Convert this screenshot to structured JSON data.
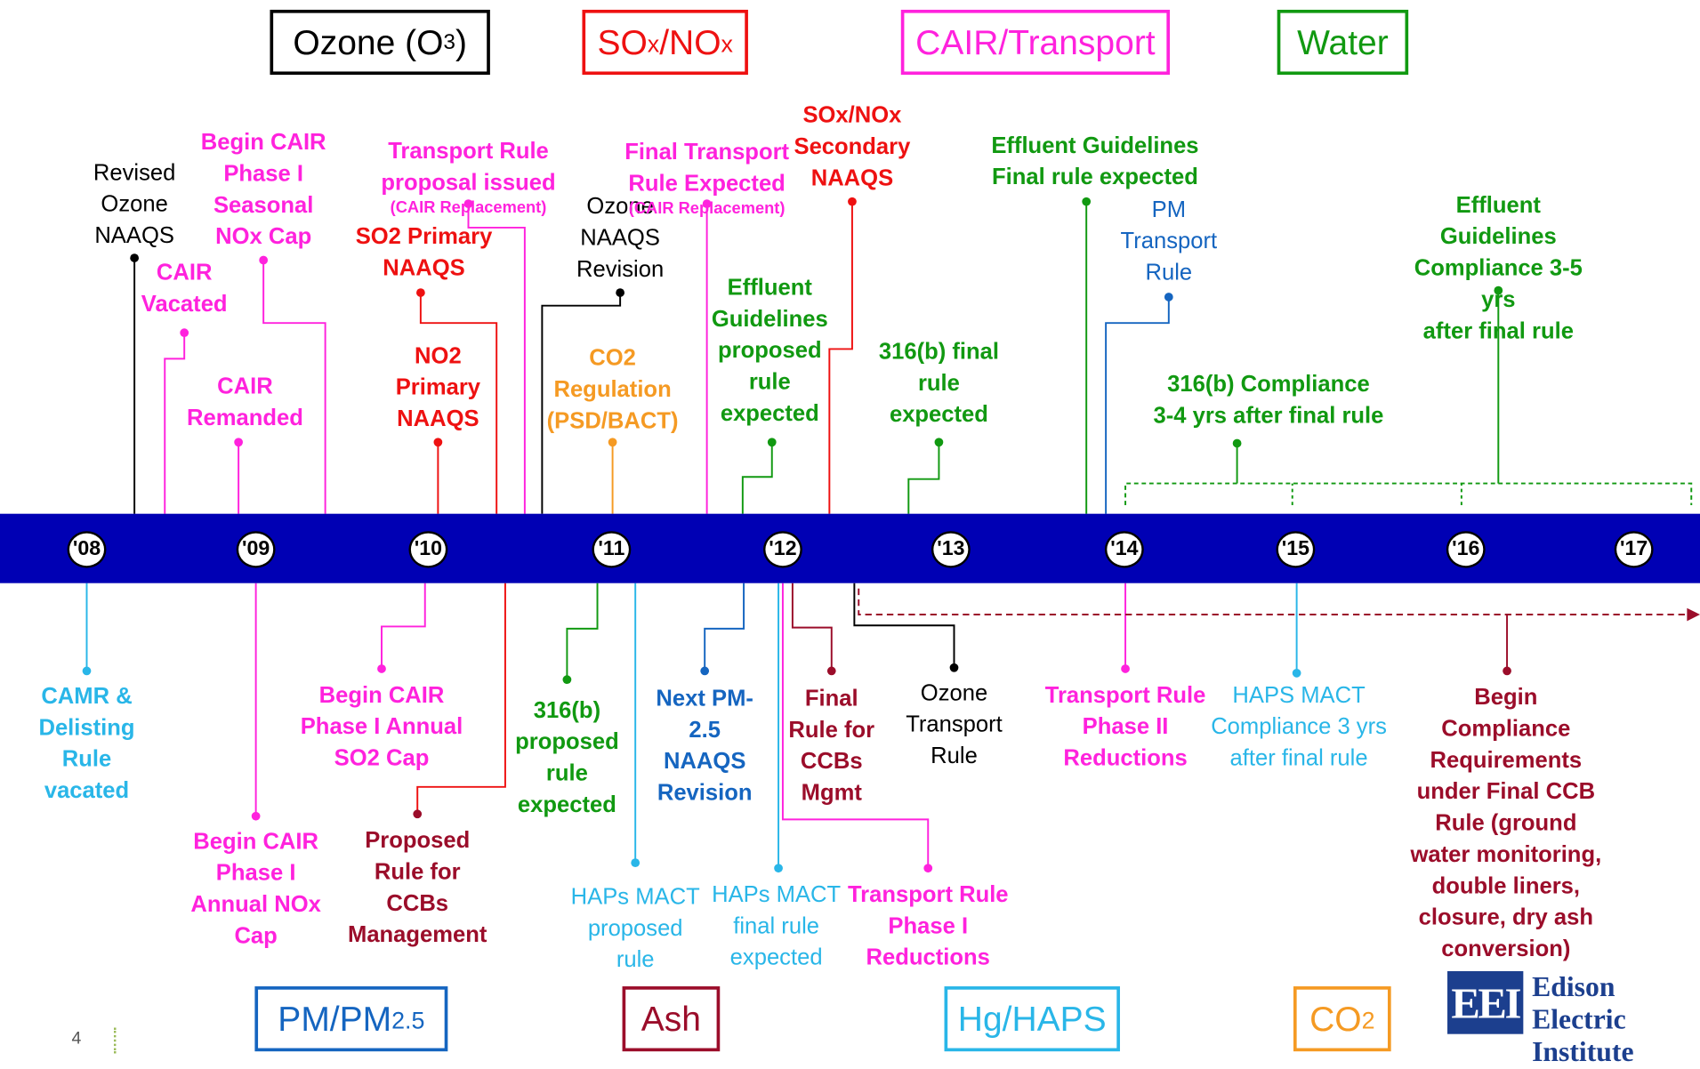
{
  "categories": [
    {
      "id": "ozone",
      "text": "Ozone (O",
      "sub": "3",
      "tail": ")",
      "color": "#000000"
    },
    {
      "id": "sox",
      "text": "SO",
      "sub": "x",
      "mid": "/NO",
      "sub2": "x",
      "color": "#ee1111"
    },
    {
      "id": "cair",
      "text": "CAIR/Transport",
      "color": "#ff22dd"
    },
    {
      "id": "water",
      "text": "Water",
      "color": "#119911"
    },
    {
      "id": "pm",
      "text": "PM/PM",
      "sub": "2.5",
      "color": "#1565c0"
    },
    {
      "id": "ash",
      "text": "Ash",
      "color": "#9b0d2a"
    },
    {
      "id": "hg",
      "text": "Hg/HAPS",
      "color": "#29b6e8"
    },
    {
      "id": "co2",
      "text": "CO",
      "sub": "2",
      "color": "#f59a23"
    }
  ],
  "years": [
    "'08",
    "'09",
    "'10",
    "'11",
    "'12",
    "'13",
    "'14",
    "'15",
    "'16",
    "'17"
  ],
  "events": {
    "revised_ozone": "Revised\nOzone\nNAAQS",
    "cair_vacated": "CAIR\nVacated",
    "begin_cair_seasonal": "Begin CAIR\nPhase I\nSeasonal\nNOx Cap",
    "cair_remanded": "CAIR\nRemanded",
    "so2_primary": "SO2 Primary\nNAAQS",
    "no2_primary": "NO2\nPrimary\nNAAQS",
    "transport_proposal": "Transport Rule\nproposal issued",
    "transport_proposal_note": "(CAIR Replacement)",
    "ozone_revision": "Ozone\nNAAQS\nRevision",
    "co2_reg": "CO2\nRegulation\n(PSD/BACT)",
    "final_transport": "Final Transport\nRule Expected",
    "final_transport_note": "(CAIR Replacement)",
    "sox_secondary": "SOx/NOx\nSecondary\nNAAQS",
    "effluent_proposed": "Effluent\nGuidelines\nproposed\nrule\nexpected",
    "b316_final": "316(b) final\nrule\nexpected",
    "effluent_final": "Effluent Guidelines\nFinal rule expected",
    "pm_transport": "PM\nTransport\nRule",
    "b316_compliance": "316(b) Compliance\n3-4 yrs after final rule",
    "effluent_compliance": "Effluent Guidelines\nCompliance 3-5 yrs\nafter final rule",
    "camr": "CAMR &\nDelisting\nRule\nvacated",
    "begin_cair_annual_nox": "Begin CAIR\nPhase I\nAnnual NOx\nCap",
    "begin_cair_annual_so2": "Begin CAIR\nPhase I Annual\nSO2 Cap",
    "proposed_ccb": "Proposed\nRule for\nCCBs\nManagement",
    "b316_proposed": "316(b)\nproposed\nrule\nexpected",
    "haps_proposed": "HAPs MACT\nproposed\nrule",
    "next_pm": "Next PM-\n2.5\nNAAQS\nRevision",
    "haps_final": "HAPs MACT\nfinal rule\nexpected",
    "final_ccb": "Final\nRule for\nCCBs\nMgmt",
    "transport_phase1": "Transport Rule\nPhase I\nReductions",
    "ozone_transport": "Ozone\nTransport\nRule",
    "transport_phase2": "Transport Rule\nPhase II\nReductions",
    "haps_compliance": "HAPS MACT\nCompliance 3 yrs\nafter final rule",
    "ccb_compliance": "Begin Compliance\nRequirements\nunder Final CCB\nRule (ground\nwater monitoring,\ndouble liners,\nclosure, dry ash\nconversion)"
  },
  "footer": {
    "page_number": "4",
    "logo_mark": "EEI",
    "logo_text": "Edison Electric\nInstitute"
  }
}
